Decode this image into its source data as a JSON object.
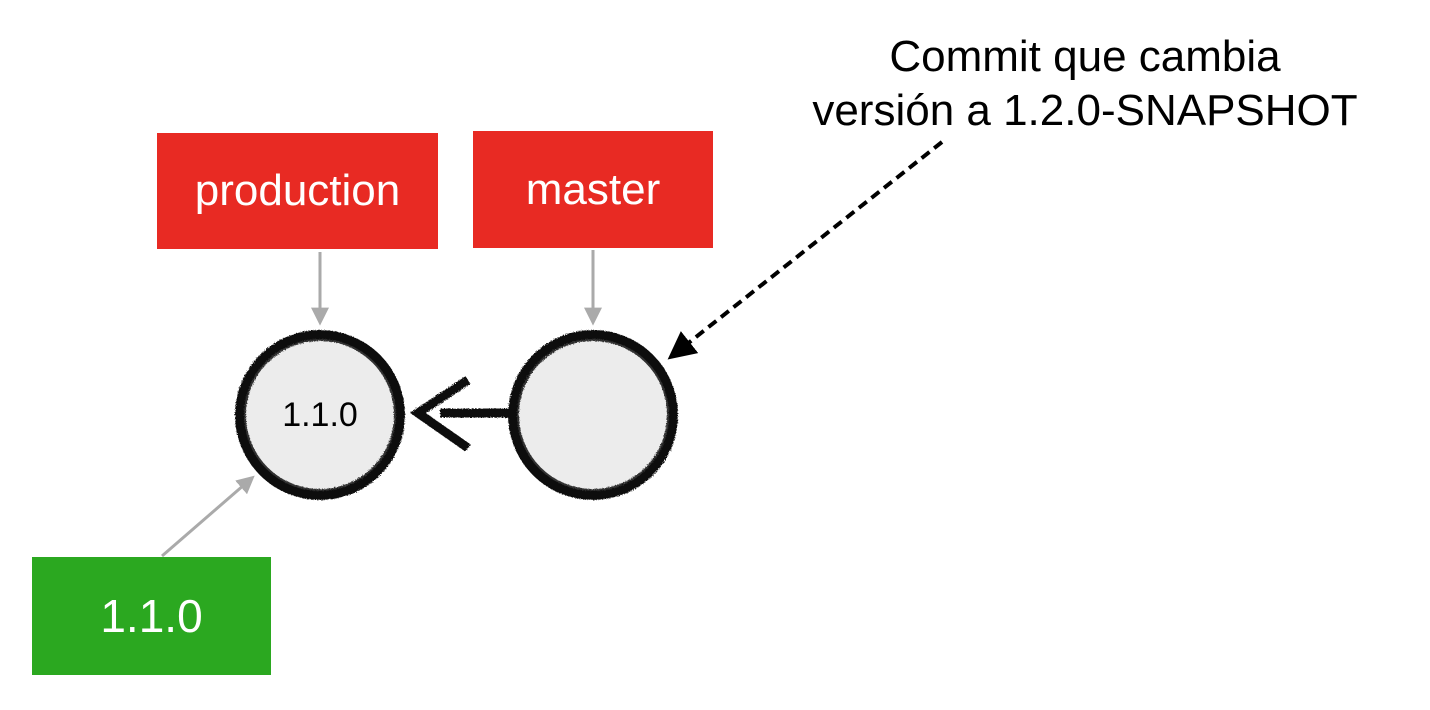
{
  "branches": {
    "production": {
      "label": "production",
      "color": "#e82a23"
    },
    "master": {
      "label": "master",
      "color": "#e82a23"
    }
  },
  "tag": {
    "label": "1.1.0",
    "color": "#2ba820"
  },
  "commits": [
    {
      "label": "1.1.0",
      "fill": "#ececec"
    },
    {
      "label": "",
      "fill": "#ececec"
    }
  ],
  "annotation": {
    "line1": "Commit que cambia",
    "line2": "versión a 1.2.0-SNAPSHOT"
  },
  "colors": {
    "pointer_arrow": "#aaaaaa",
    "commit_outline": "#111111",
    "annotation_arrow": "#000000"
  }
}
